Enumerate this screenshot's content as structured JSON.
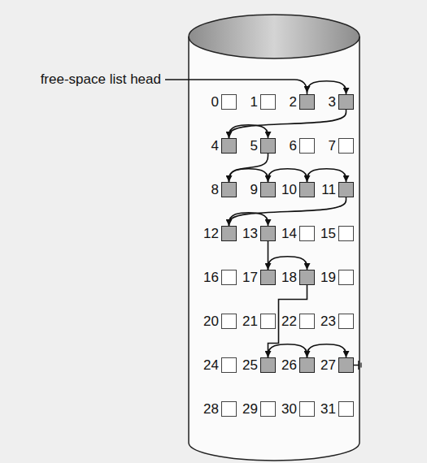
{
  "diagram": {
    "nodes": [
      {
        "text": [
          "0"
        ]
      },
      {
        "text": [
          "1"
        ]
      },
      {
        "text": [
          "2"
        ]
      },
      {
        "text": [
          "3"
        ]
      },
      {
        "text": [
          "4"
        ]
      },
      {
        "text": [
          "5"
        ]
      },
      {
        "text": [
          "6"
        ]
      },
      {
        "text": [
          "7"
        ]
      },
      {
        "text": [
          "8"
        ]
      },
      {
        "text": [
          "9"
        ]
      },
      {
        "text": [
          "10"
        ]
      },
      {
        "text": [
          "11"
        ]
      },
      {
        "text": [
          "12"
        ]
      },
      {
        "text": [
          "13"
        ]
      },
      {
        "text": [
          "14"
        ]
      },
      {
        "text": [
          "15"
        ]
      },
      {
        "text": [
          "16"
        ]
      },
      {
        "text": [
          "17"
        ]
      },
      {
        "text": [
          "18"
        ]
      },
      {
        "text": [
          "19"
        ]
      },
      {
        "text": [
          "20"
        ]
      },
      {
        "text": [
          "21"
        ]
      },
      {
        "text": [
          "22"
        ]
      },
      {
        "text": [
          "23"
        ]
      },
      {
        "text": [
          "24"
        ]
      },
      {
        "text": [
          "25"
        ]
      },
      {
        "text": [
          "26"
        ]
      },
      {
        "text": [
          "27"
        ]
      },
      {
        "text": [
          "28"
        ]
      },
      {
        "text": [
          "29"
        ]
      },
      {
        "text": [
          "30"
        ]
      },
      {
        "text": [
          "31"
        ]
      }
    ],
    "edges": [
      {
        "from": 2,
        "to": 3,
        "arrow": "to"
      },
      {
        "from": 3,
        "to": 4,
        "arrow": "to"
      },
      {
        "from": 4,
        "to": 5,
        "arrow": "to"
      },
      {
        "from": 5,
        "to": 8,
        "arrow": "to"
      },
      {
        "from": 8,
        "to": 9,
        "arrow": "to"
      },
      {
        "from": 9,
        "to": 10,
        "arrow": "to"
      },
      {
        "from": 10,
        "to": 11,
        "arrow": "to"
      },
      {
        "from": 11,
        "to": 12,
        "arrow": "to"
      },
      {
        "from": 12,
        "to": 13,
        "arrow": "to"
      },
      {
        "from": 13,
        "to": 17,
        "arrow": "to"
      },
      {
        "from": 17,
        "to": 18,
        "arrow": "to"
      },
      {
        "from": 18,
        "to": 25,
        "arrow": "to"
      },
      {
        "from": 25,
        "to": 26,
        "arrow": "to"
      },
      {
        "from": 26,
        "to": 27,
        "arrow": "to"
      }
    ],
    "labels": [
      "free-space list head"
    ]
  }
}
